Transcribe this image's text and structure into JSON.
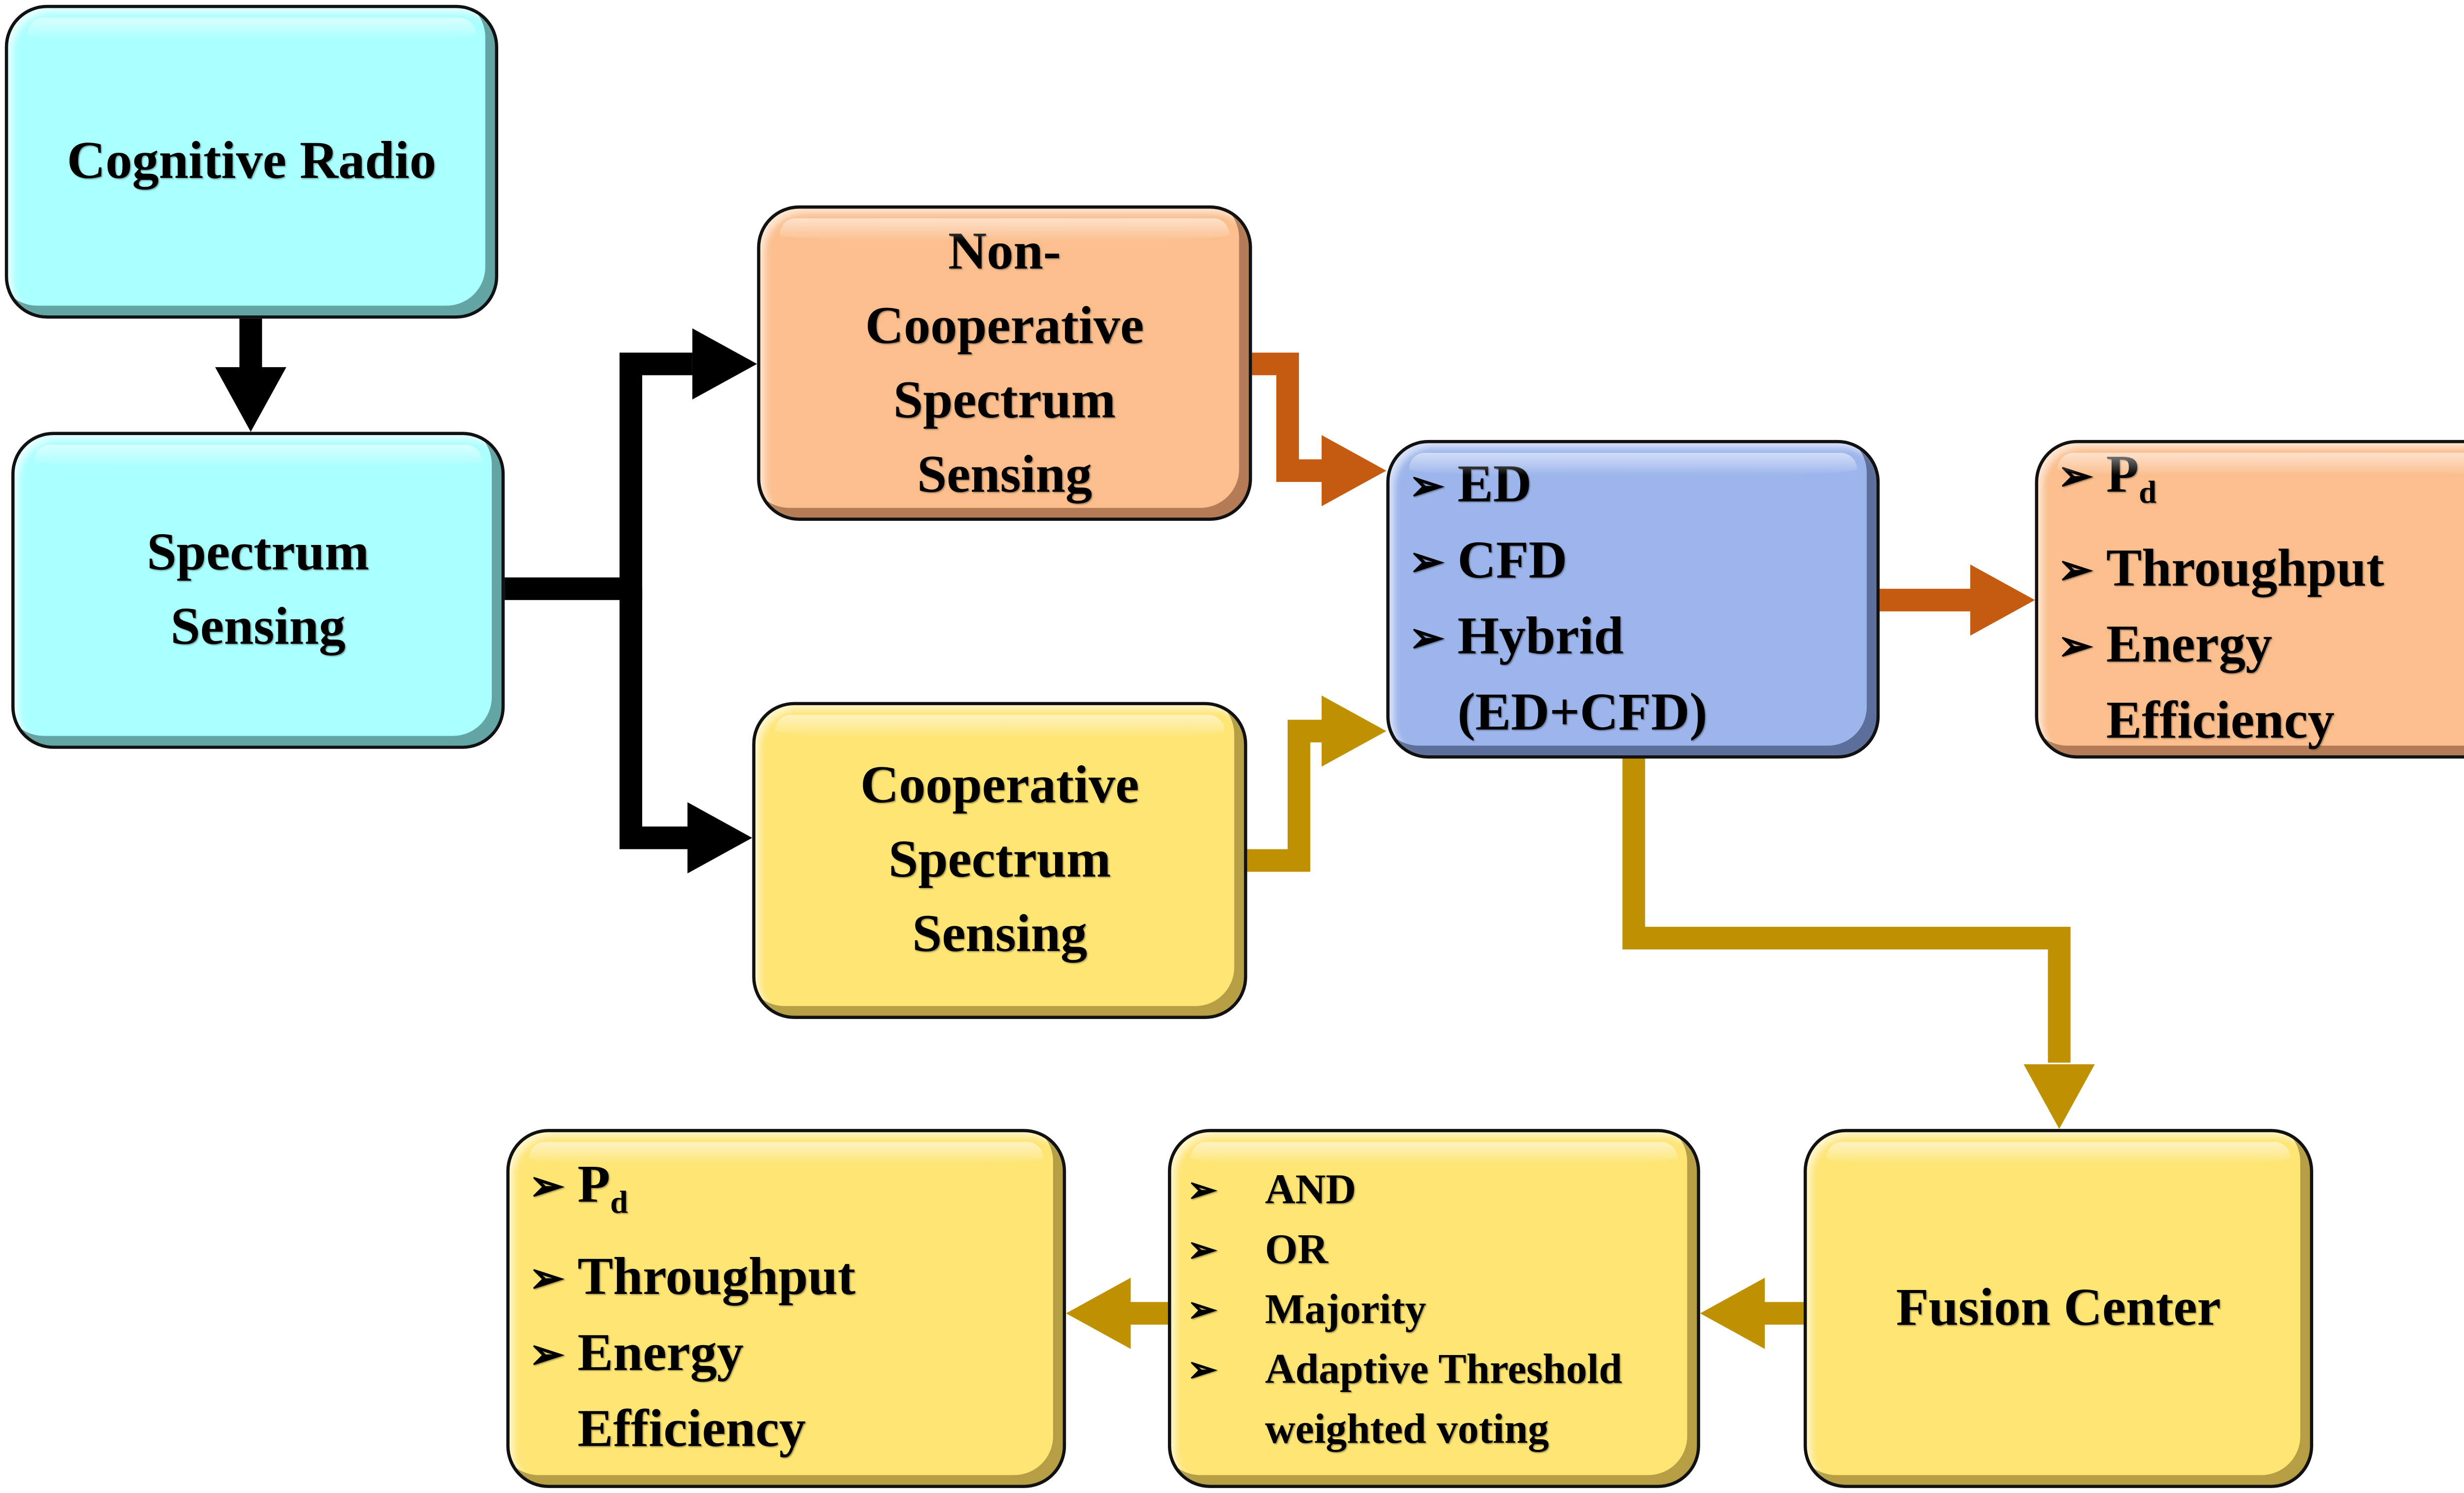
{
  "diagram_title": "Cognitive radio spectrum sensing flow",
  "colors": {
    "cyan_box": "#aaffff",
    "peach_box": "#fbbf8e",
    "yellow_box": "#fee574",
    "blue_box": "#9cb5eb",
    "arrow_black": "#000000",
    "arrow_orange": "#c55a11",
    "arrow_gold": "#bf9000"
  },
  "nodes": {
    "cognitive_radio": {
      "label": "Cognitive Radio"
    },
    "spectrum_sensing": {
      "lines": [
        "Spectrum",
        "Sensing"
      ]
    },
    "non_cooperative": {
      "lines": [
        "Non-",
        "Cooperative",
        "Spectrum",
        "Sensing"
      ]
    },
    "cooperative": {
      "lines": [
        "Cooperative",
        "Spectrum",
        "Sensing"
      ]
    },
    "detection_methods": {
      "bullet_icon": "arrowhead-bullet",
      "items": [
        "ED",
        "CFD",
        "Hybrid"
      ],
      "continuation": "(ED+CFD)"
    },
    "metrics_noncoop": {
      "bullet_icon": "arrowhead-bullet",
      "pd_main": "P",
      "pd_sub": "d",
      "items": [
        "Throughput",
        "Energy"
      ],
      "continuation": "Efficiency"
    },
    "fusion_center": {
      "label": "Fusion Center"
    },
    "fusion_rules": {
      "bullet_icon": "arrowhead-bullet",
      "items": [
        "AND",
        "OR",
        "Majority",
        "Adaptive Threshold"
      ],
      "continuation": "weighted voting"
    },
    "metrics_coop": {
      "bullet_icon": "arrowhead-bullet",
      "pd_main": "P",
      "pd_sub": "d",
      "items": [
        "Throughput",
        "Energy"
      ],
      "continuation": "Efficiency"
    }
  },
  "edges": [
    {
      "from": "cognitive_radio",
      "to": "spectrum_sensing",
      "color": "black"
    },
    {
      "from": "spectrum_sensing",
      "to": "non_cooperative",
      "color": "black"
    },
    {
      "from": "spectrum_sensing",
      "to": "cooperative",
      "color": "black"
    },
    {
      "from": "non_cooperative",
      "to": "detection_methods",
      "color": "orange"
    },
    {
      "from": "cooperative",
      "to": "detection_methods",
      "color": "gold"
    },
    {
      "from": "detection_methods",
      "to": "metrics_noncoop",
      "color": "orange"
    },
    {
      "from": "detection_methods",
      "to": "fusion_center",
      "color": "gold"
    },
    {
      "from": "fusion_center",
      "to": "fusion_rules",
      "color": "gold"
    },
    {
      "from": "fusion_rules",
      "to": "metrics_coop",
      "color": "gold"
    }
  ]
}
